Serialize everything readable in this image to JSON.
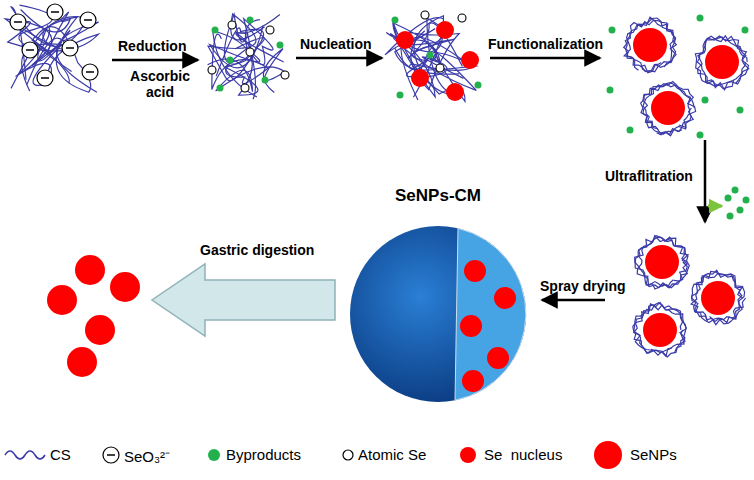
{
  "diagram": {
    "nodes": [
      {
        "text": [
          "SeNPs-CM"
        ]
      }
    ],
    "labels": [
      "Reduction",
      "Ascorbic acid",
      "Nucleation",
      "Functionalization",
      "Ultraflitration",
      "Spray drying",
      "Gastric digestion"
    ],
    "legend": [
      {
        "text": "CS"
      },
      {
        "text": "SeO₃²⁻"
      },
      {
        "text": "Byproducts",
        "color": "#22b14c"
      },
      {
        "text": "Atomic Se"
      },
      {
        "text": "Se  nucleus",
        "color": "#ff0000"
      },
      {
        "text": "SeNPs",
        "color": "#ff0000"
      }
    ]
  }
}
